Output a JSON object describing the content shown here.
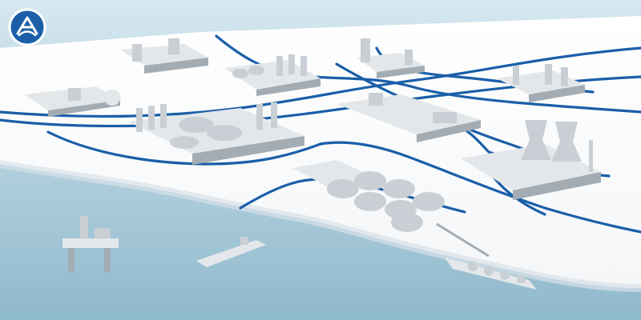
{
  "scene": {
    "description_label": "",
    "colors": {
      "sky": "#ffffff",
      "land": "#f4f6f8",
      "land_edge": "#d9e1e8",
      "pipeline": "#1a5fa8",
      "sea_top": "#d6e8f0",
      "sea_bottom": "#8fb9cc",
      "building": "#c9cfd4",
      "building_dark": "#a4acb3",
      "building_light": "#e3e7ea"
    },
    "logo": {
      "name": "company-logo",
      "colors": [
        "#1a5fa8",
        "#ffffff"
      ]
    },
    "plants": [
      "refinery-plant-left",
      "chemical-plant-top-left",
      "chemical-plant-top-center",
      "processing-plant-top-right",
      "chemical-plant-right",
      "power-plant-cooling-towers",
      "industrial-complex-center",
      "tank-farm-center-left",
      "lng-tank-farm",
      "warehouse-left"
    ],
    "vessels": [
      "offshore-oil-platform",
      "tanker-ship-center",
      "lng-carrier-ship"
    ]
  }
}
